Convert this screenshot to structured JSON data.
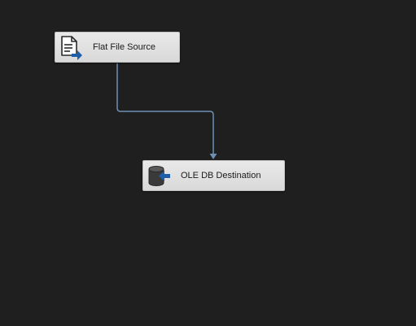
{
  "designer": {
    "components": [
      {
        "label": "Flat File Source",
        "icon": "flat-file-source-icon"
      },
      {
        "label": "OLE DB Destination",
        "icon": "ole-db-destination-icon"
      }
    ],
    "connector": {
      "color": "#6f8fb3",
      "from": "Flat File Source",
      "to": "OLE DB Destination"
    }
  }
}
